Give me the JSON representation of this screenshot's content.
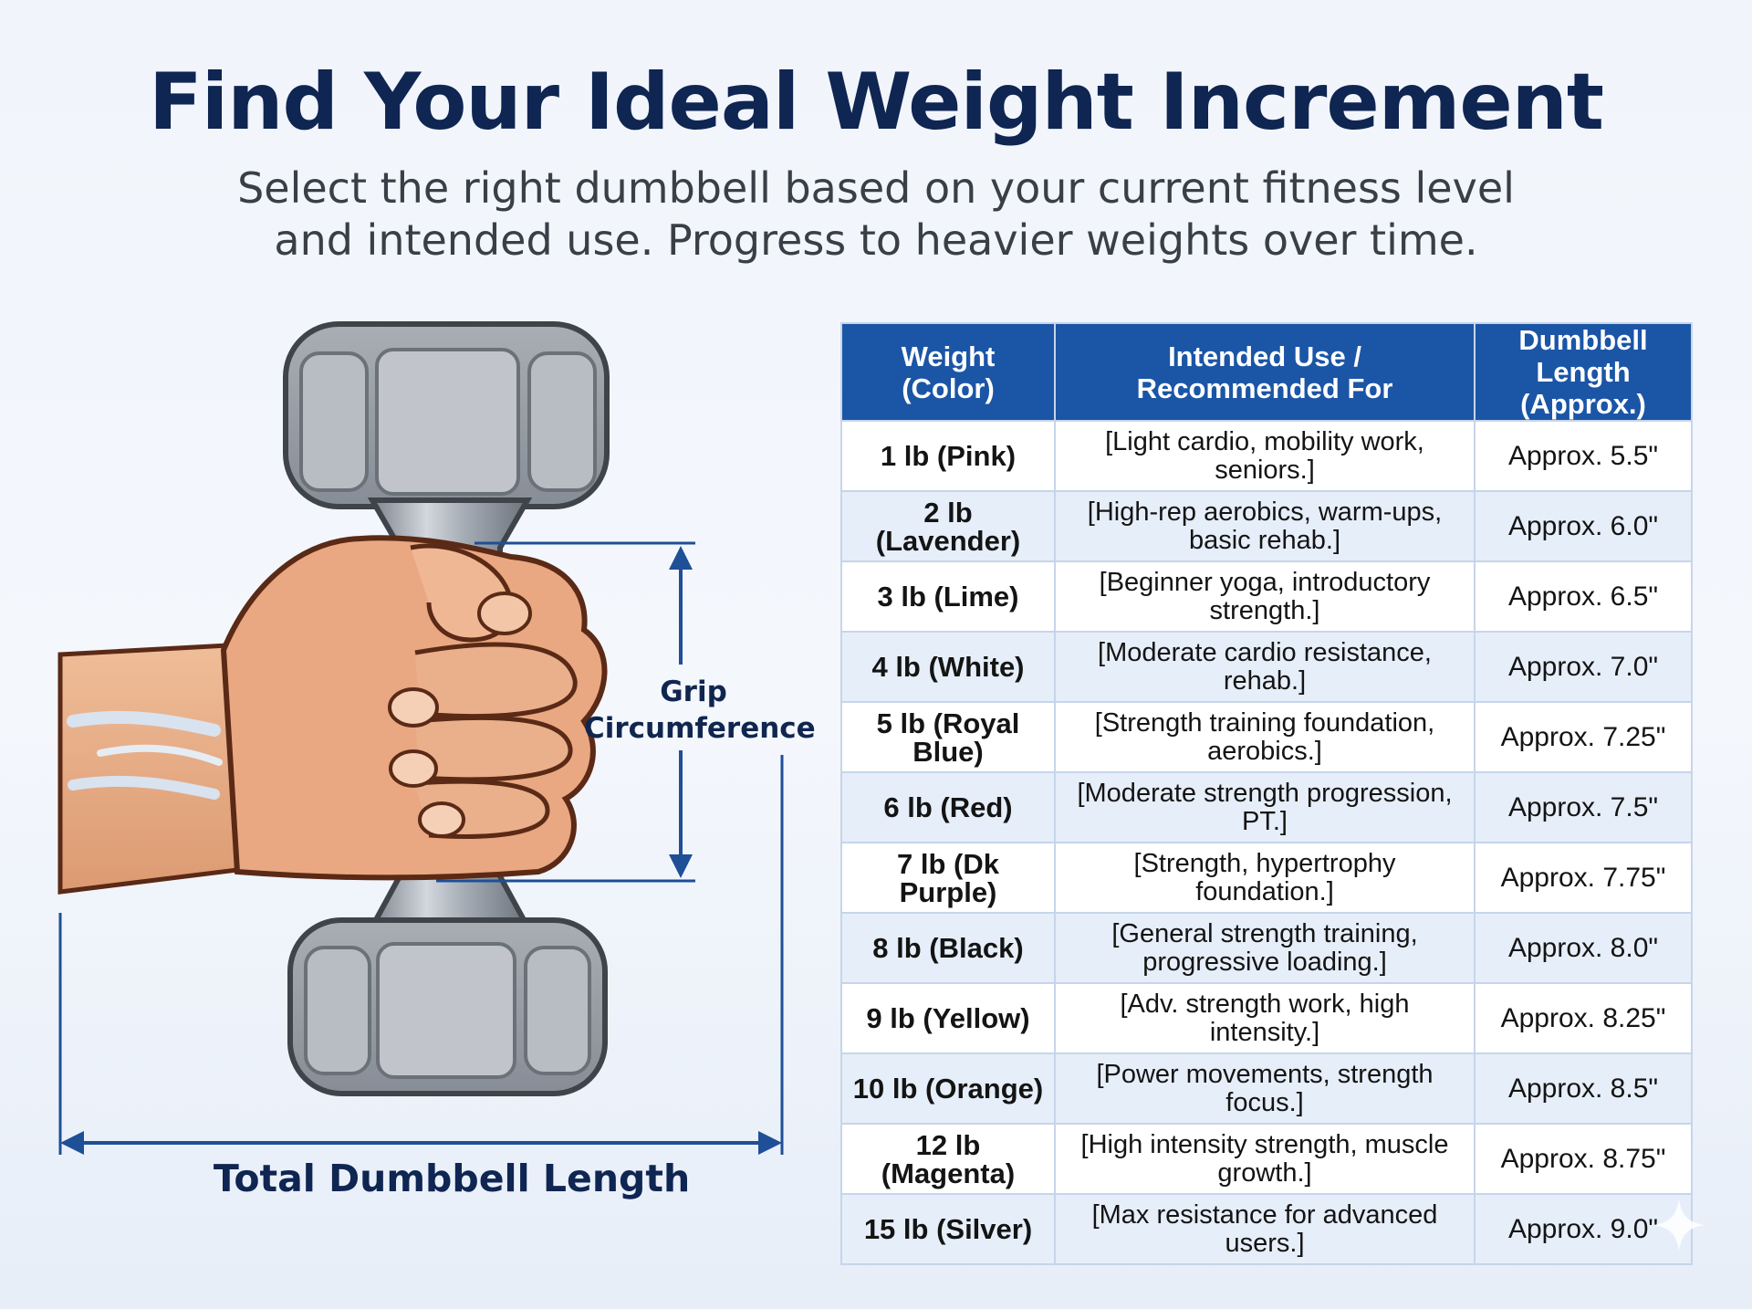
{
  "title": "Find Your Ideal Weight Increment",
  "subtitle": "Select the right dumbbell based on your current fitness level and intended use. Progress to heavier weights over time.",
  "illustration": {
    "grip_label_line1": "Grip",
    "grip_label_line2": "Circumference",
    "length_label": "Total Dumbbell Length",
    "dumbbell_color": "#9aa0a8",
    "accent_color": "#1f4f96"
  },
  "table": {
    "headers": {
      "weight": [
        "Weight",
        "(Color)"
      ],
      "use": [
        "Intended Use /",
        "Recommended For"
      ],
      "length": [
        "Dumbbell Length",
        "(Approx.)"
      ]
    },
    "header_color": "#1b55a6",
    "rows": [
      {
        "weight": "1 lb (Pink)",
        "use": "[Light cardio, mobility work, seniors.]",
        "length": "Approx. 5.5\""
      },
      {
        "weight": "2 lb (Lavender)",
        "use": "[High-rep aerobics, warm-ups, basic rehab.]",
        "length": "Approx. 6.0\""
      },
      {
        "weight": "3 lb (Lime)",
        "use": "[Beginner yoga, introductory strength.]",
        "length": "Approx. 6.5\""
      },
      {
        "weight": "4 lb (White)",
        "use": "[Moderate cardio resistance, rehab.]",
        "length": "Approx. 7.0\""
      },
      {
        "weight": "5 lb (Royal Blue)",
        "use": "[Strength training foundation, aerobics.]",
        "length": "Approx. 7.25\""
      },
      {
        "weight": "6 lb (Red)",
        "use": "[Moderate strength progression, PT.]",
        "length": "Approx. 7.5\""
      },
      {
        "weight": "7 lb (Dk Purple)",
        "use": "[Strength, hypertrophy foundation.]",
        "length": "Approx. 7.75\""
      },
      {
        "weight": "8 lb (Black)",
        "use": "[General strength training, progressive loading.]",
        "length": "Approx. 8.0\""
      },
      {
        "weight": "9 lb (Yellow)",
        "use": "[Adv. strength work, high intensity.]",
        "length": "Approx. 8.25\""
      },
      {
        "weight": "10 lb (Orange)",
        "use": "[Power movements, strength focus.]",
        "length": "Approx. 8.5\""
      },
      {
        "weight": "12 lb (Magenta)",
        "use": "[High intensity strength, muscle growth.]",
        "length": "Approx. 8.75\""
      },
      {
        "weight": "15 lb (Silver)",
        "use": "[Max resistance for advanced users.]",
        "length": "Approx. 9.0\""
      }
    ]
  }
}
